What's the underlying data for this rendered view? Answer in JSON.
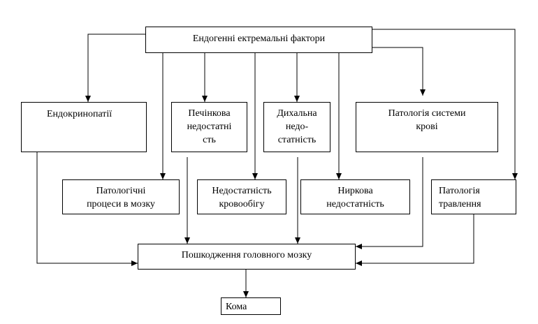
{
  "nodes": {
    "endogenous": "Ендогенні ектремальні фактори",
    "endocrinopathies": "Ендокринопатії",
    "liver": "Печінкова\nнедостатні\nсть",
    "respiratory": "Дихальна\nнедо-\nстатність",
    "blood": "Патологія системи\nкрові",
    "brain_processes": "Патологічні\nпроцеси в мозку",
    "circulatory": "Недостатність\nкровообігу",
    "renal": "Ниркова\nнедостатність",
    "digestion": "Патологія\nтравлення",
    "brain_damage": "Пошкодження головного мозку",
    "coma": "Кома"
  }
}
